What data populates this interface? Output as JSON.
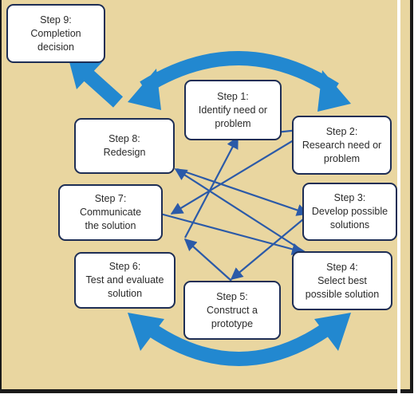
{
  "diagram": {
    "colors": {
      "background": "#e9d6a0",
      "box_fill": "#ffffff",
      "box_border": "#1e2e55",
      "big_arrow": "#2288d0",
      "star_arrow": "#2b5aa8"
    },
    "steps": [
      {
        "id": "step-9",
        "label": "Step 9:\nCompletion\ndecision"
      },
      {
        "id": "step-1",
        "label": "Step 1:\nIdentify need or\nproblem"
      },
      {
        "id": "step-8",
        "label": "Step 8:\nRedesign"
      },
      {
        "id": "step-2",
        "label": "Step 2:\nResearch need or\nproblem"
      },
      {
        "id": "step-7",
        "label": "Step 7:\nCommunicate\nthe solution"
      },
      {
        "id": "step-3",
        "label": "Step 3:\nDevelop possible\nsolutions"
      },
      {
        "id": "step-6",
        "label": "Step 6:\nTest and evaluate\nsolution"
      },
      {
        "id": "step-4",
        "label": "Step 4:\nSelect best\npossible solution"
      },
      {
        "id": "step-5",
        "label": "Step 5:\nConstruct a\nprototype"
      }
    ],
    "connections": [
      {
        "from": "step-1",
        "to": "step-2"
      },
      {
        "from": "step-2",
        "to": "step-3"
      },
      {
        "from": "step-3",
        "to": "step-4"
      },
      {
        "from": "step-4",
        "to": "step-5"
      },
      {
        "from": "step-5",
        "to": "step-6"
      },
      {
        "from": "step-6",
        "to": "step-7"
      },
      {
        "from": "step-7",
        "to": "step-8"
      },
      {
        "from": "step-8",
        "to": "step-1"
      },
      {
        "from": "step-8",
        "to": "step-9"
      }
    ]
  }
}
